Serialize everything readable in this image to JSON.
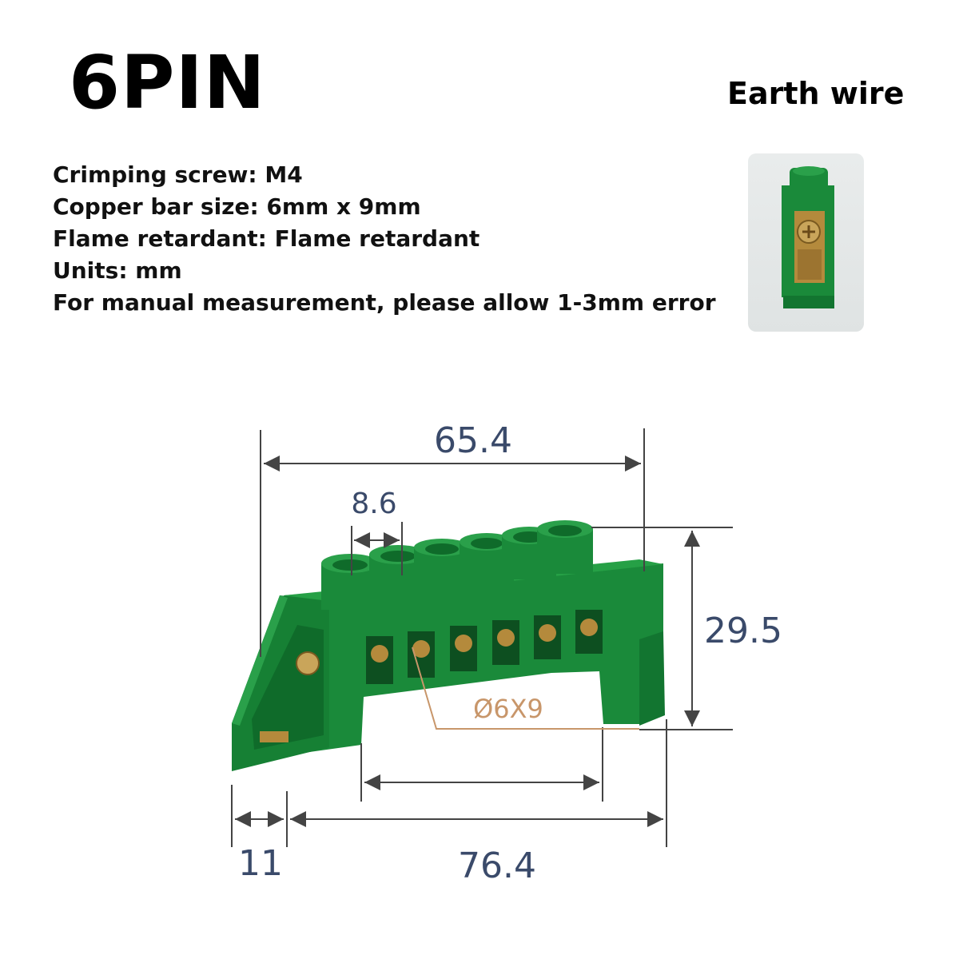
{
  "title": "6PIN",
  "subtitle": "Earth wire",
  "specs": [
    "Crimping screw: M4",
    "Copper bar size: 6mm x 9mm",
    "Flame retardant: Flame retardant",
    "Units: mm",
    "For manual measurement, please allow 1-3mm error"
  ],
  "dimensions": {
    "overall_top": "65.4",
    "pin_pitch": "8.6",
    "height": "29.5",
    "bar_size": "Ø6X9",
    "foot": "11",
    "overall_bottom": "76.4"
  },
  "colors": {
    "green": "#1a8a3a",
    "green_dark": "#0f6b2a",
    "brass": "#c89a4a",
    "dim_line": "#444444",
    "dim_text": "#3a4a6a",
    "callout": "#c8966a"
  }
}
